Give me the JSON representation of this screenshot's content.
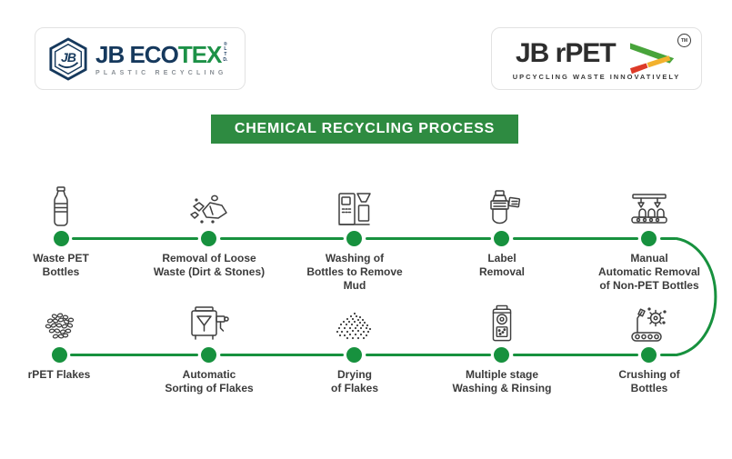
{
  "header": {
    "ecotex_logo": {
      "monogram": "JB",
      "wordmark_primary": "JB ECO",
      "wordmark_accent": "TEX",
      "registered": "®",
      "ltd_letters": [
        "L",
        "T",
        "D."
      ],
      "tagline": "PLASTIC RECYCLING"
    },
    "rpet_logo": {
      "wordmark": "JB rPET",
      "trademark": "TM",
      "tagline": "UPCYCLING WASTE INNOVATIVELY"
    }
  },
  "banner": {
    "title": "CHEMICAL RECYCLING PROCESS"
  },
  "process": {
    "rows": [
      {
        "steps": [
          {
            "label": "Waste PET\nBottles",
            "icon": "waste-pet-bottle-icon"
          },
          {
            "label": "Removal of Loose\nWaste (Dirt & Stones)",
            "icon": "loose-waste-icon"
          },
          {
            "label": "Washing of\nBottles to Remove\nMud",
            "icon": "bottle-washing-machine-icon"
          },
          {
            "label": "Label\nRemoval",
            "icon": "label-removal-machine-icon"
          },
          {
            "label": "Manual\nAutomatic Removal\nof Non-PET Bottles",
            "icon": "sorting-conveyor-icon"
          }
        ]
      },
      {
        "steps": [
          {
            "label": "rPET Flakes",
            "icon": "rpet-flakes-icon"
          },
          {
            "label": "Automatic\nSorting of Flakes",
            "icon": "flake-sorter-icon"
          },
          {
            "label": "Drying\nof Flakes",
            "icon": "drying-flakes-icon"
          },
          {
            "label": "Multiple stage\nWashing & Rinsing",
            "icon": "multistage-washer-icon"
          },
          {
            "label": "Crushing of\nBottles",
            "icon": "bottle-crusher-icon"
          }
        ]
      }
    ]
  },
  "colors": {
    "process_green": "#17913e",
    "banner_green": "#2e8b41",
    "logo_navy": "#16395d",
    "logo_green": "#1d9147",
    "arrow_green": "#48a43b",
    "arrow_red": "#dd3a28",
    "arrow_yellow": "#f2b12d",
    "label_text": "#3b3b3b",
    "tagline_gray": "#8a9096"
  }
}
